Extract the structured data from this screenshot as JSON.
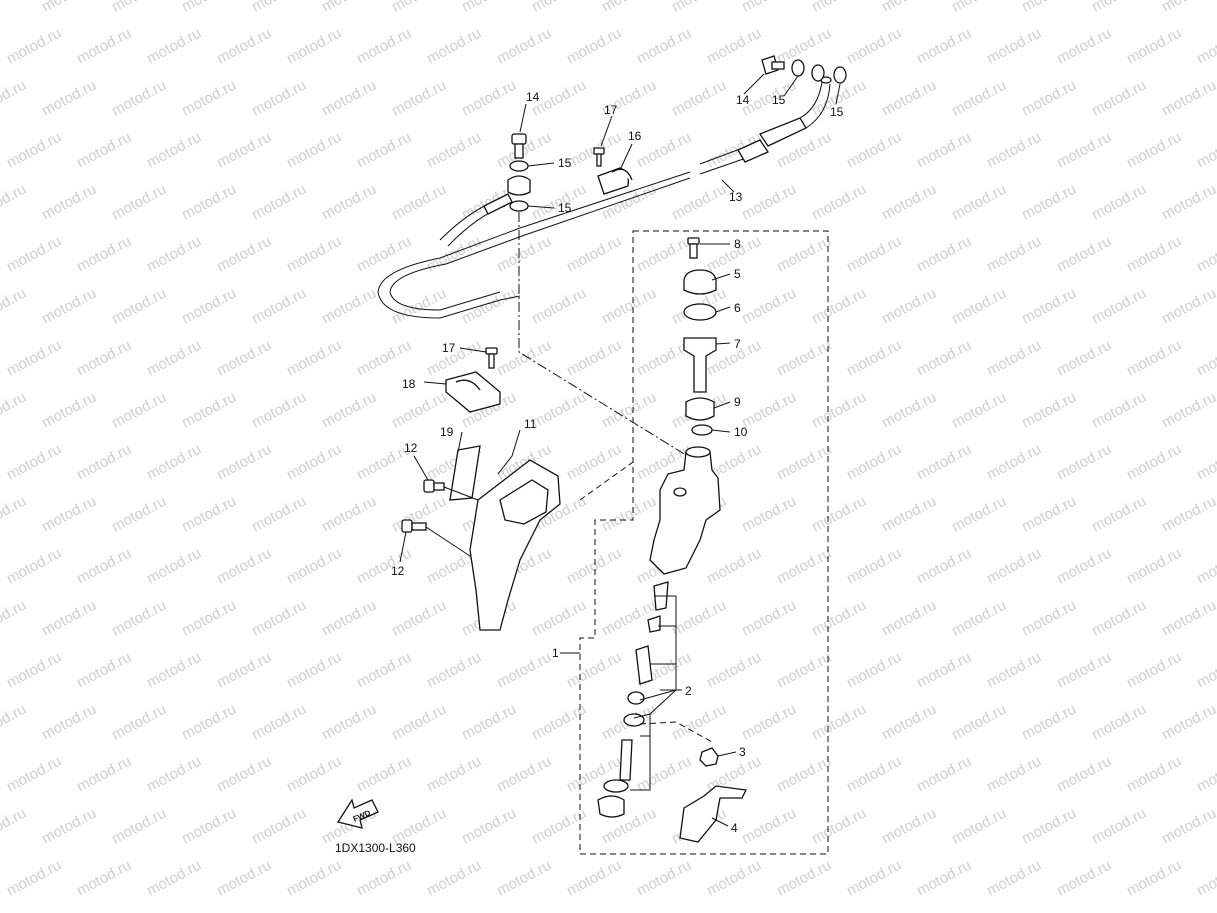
{
  "watermark": "motod.ru",
  "diagram_code": "1DX1300-L360",
  "fwd_label": "FWD",
  "callouts": {
    "c1": "1",
    "c2": "2",
    "c3": "3",
    "c4": "4",
    "c5": "5",
    "c6": "6",
    "c7": "7",
    "c8": "8",
    "c9": "9",
    "c10": "10",
    "c11": "11",
    "c12a": "12",
    "c12b": "12",
    "c13": "13",
    "c14a": "14",
    "c14b": "14",
    "c15a": "15",
    "c15b": "15",
    "c15c": "15",
    "c15d": "15",
    "c16": "16",
    "c17a": "17",
    "c17b": "17",
    "c18": "18",
    "c19": "19"
  }
}
